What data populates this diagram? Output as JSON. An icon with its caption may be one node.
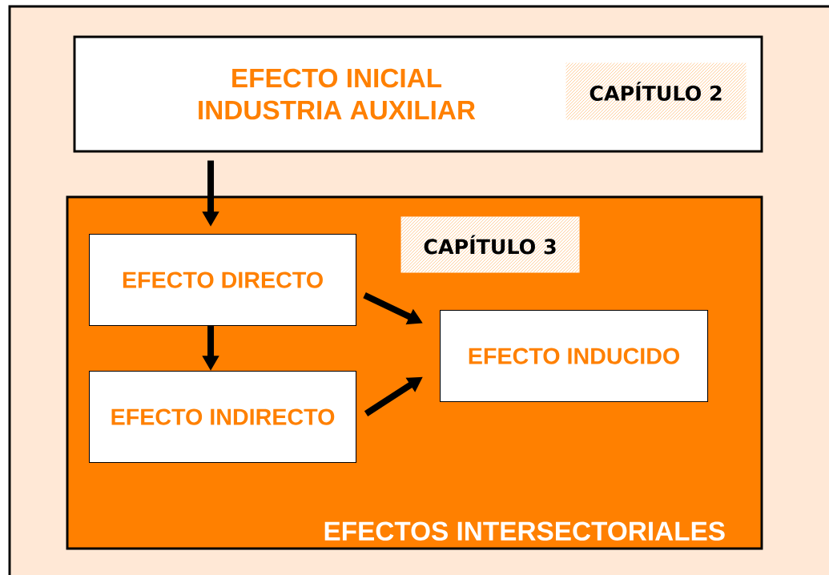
{
  "diagram": {
    "nodes": [
      {
        "text": [
          "EFECTO INICIAL INDUSTRIA AUXILIAR"
        ]
      },
      {
        "text": [
          "CAPÍTULO 2"
        ],
        "in": 0
      },
      {
        "text": [
          "EFECTOS INTERSECTORIALES"
        ]
      },
      {
        "text": [
          "CAPÍTULO 3"
        ],
        "in": 2
      },
      {
        "text": [
          "EFECTO DIRECTO"
        ],
        "in": 2
      },
      {
        "text": [
          "EFECTO INDIRECTO"
        ],
        "in": 2
      },
      {
        "text": [
          "EFECTO INDUCIDO"
        ],
        "in": 2
      }
    ],
    "edges": [
      {
        "from": 0,
        "to": 4,
        "arrow": "to"
      },
      {
        "from": 4,
        "to": 5,
        "arrow": "to"
      },
      {
        "from": 4,
        "to": 6,
        "arrow": "to"
      },
      {
        "from": 5,
        "to": 6,
        "arrow": "to"
      }
    ]
  }
}
